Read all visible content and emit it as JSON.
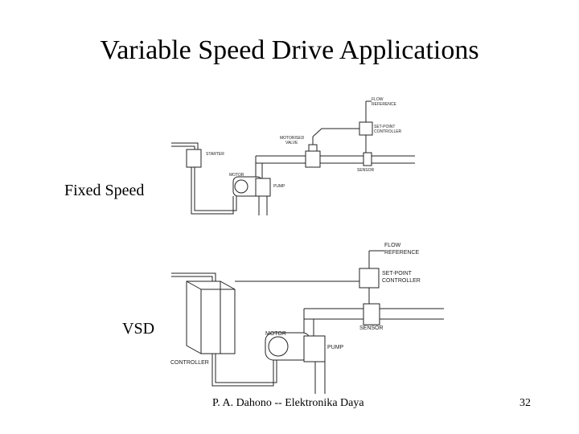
{
  "slide": {
    "title": "Variable Speed Drive Applications",
    "fixed_label": "Fixed Speed",
    "vsd_label": "VSD",
    "footer_text": "P. A. Dahono -- Elektronika Daya",
    "page_number": "32"
  },
  "diagram_fixed": {
    "flow_reference": [
      "FLOW",
      "REFERENCE"
    ],
    "setpoint_controller": [
      "SET-POINT",
      "CONTROLLER"
    ],
    "motorized_valve": [
      "MOTORISED",
      "VALVE"
    ],
    "starter": "STARTER",
    "sensor": "SENSOR",
    "motor": "MOTOR",
    "pump": "PUMP"
  },
  "diagram_vsd": {
    "flow_reference": [
      "FLOW",
      "REFERENCE"
    ],
    "setpoint_controller": [
      "SET-POINT",
      "CONTROLLER"
    ],
    "sensor": "SENSOR",
    "motor": "MOTOR",
    "pump": "PUMP",
    "controller": "CONTROLLER"
  }
}
